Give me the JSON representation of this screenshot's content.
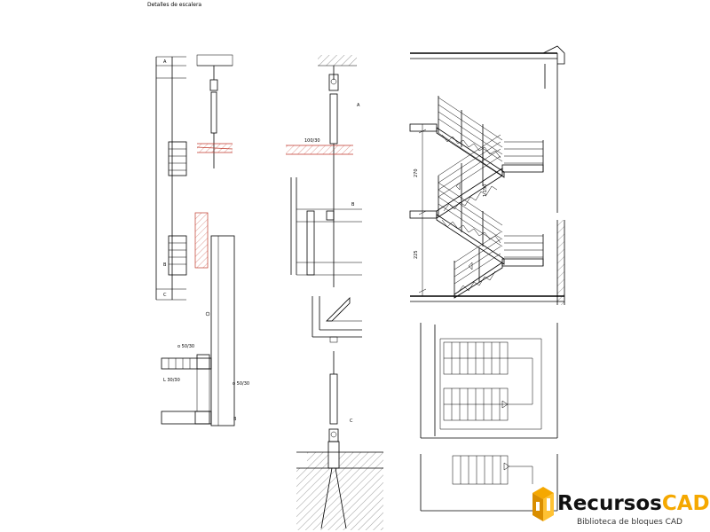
{
  "drawing": {
    "title": "Detalles de escalera"
  },
  "labels": {
    "top_A": "A",
    "left_B": "B",
    "left_C": "C",
    "mid_A": "A",
    "mid_B": "B",
    "mid_C": "C",
    "section_100_30": "100/30",
    "sec_50_30": "o 50/30",
    "sec_L_30_30": "L 30/30",
    "sec_50_30_right": "o 50/30",
    "sec_B": "B",
    "height_1": "270",
    "height_2": "225",
    "step_callout": "1:150"
  },
  "logo": {
    "brand_part1": "Recursos",
    "brand_part2": "CAD",
    "tagline": "Biblioteca de bloques CAD",
    "brand_color_1": "#111111",
    "brand_color_2": "#f5a800"
  }
}
